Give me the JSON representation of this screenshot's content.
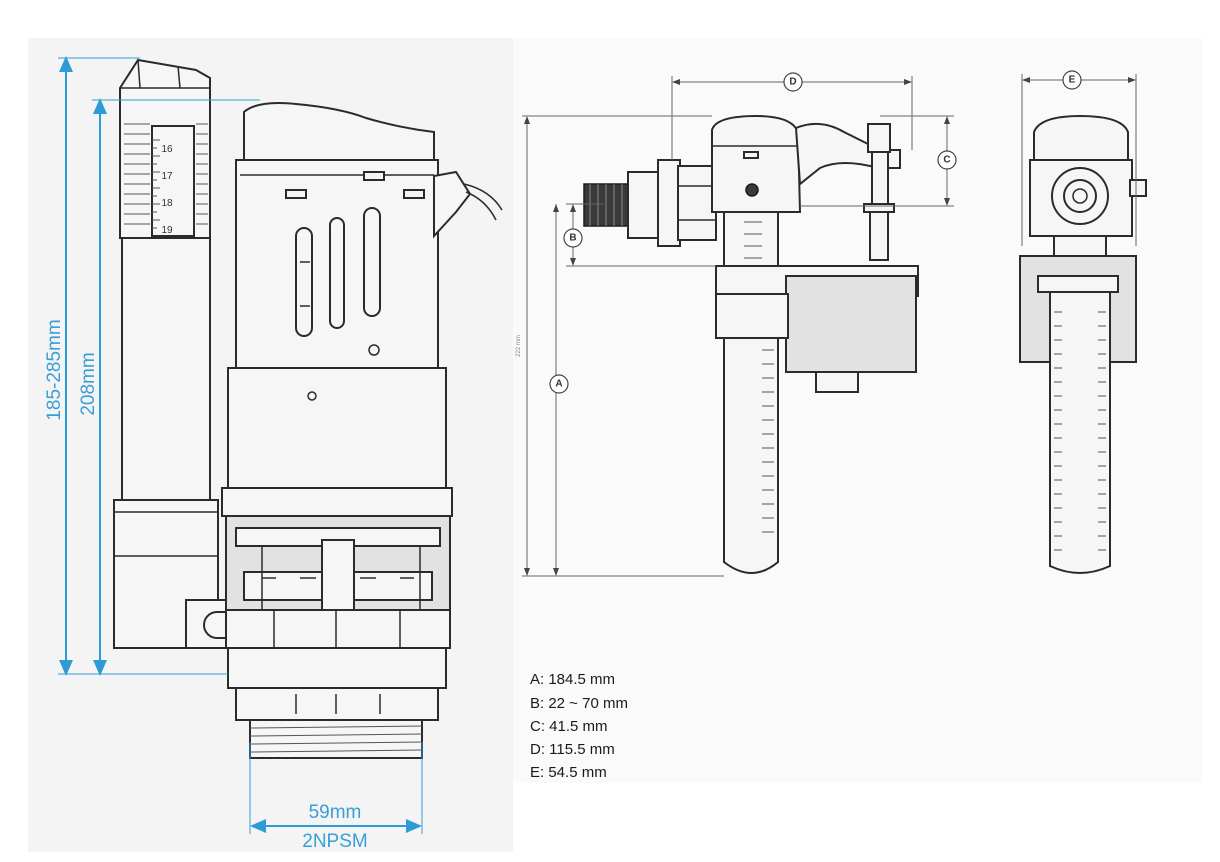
{
  "flush_valve": {
    "dimension_height_range": "185-285mm",
    "dimension_height": "208mm",
    "dimension_width": "59mm",
    "thread_label": "2NPSM",
    "overflow_scale": [
      "16",
      "17",
      "18",
      "19"
    ]
  },
  "fill_valve": {
    "dimension_letters": {
      "A": "A",
      "B": "B",
      "C": "C",
      "D": "D",
      "E": "E"
    },
    "side_note": "222 mm"
  },
  "legend": [
    "A: 184.5 mm",
    "B: 22 ~ 70 mm",
    "C: 41.5 mm",
    "D: 115.5 mm",
    "E: 54.5 mm"
  ],
  "colors": {
    "dimension_blue": "#2e9bd6",
    "line_dark": "#2b2b2b",
    "panel_gray": "#f4f4f4"
  }
}
